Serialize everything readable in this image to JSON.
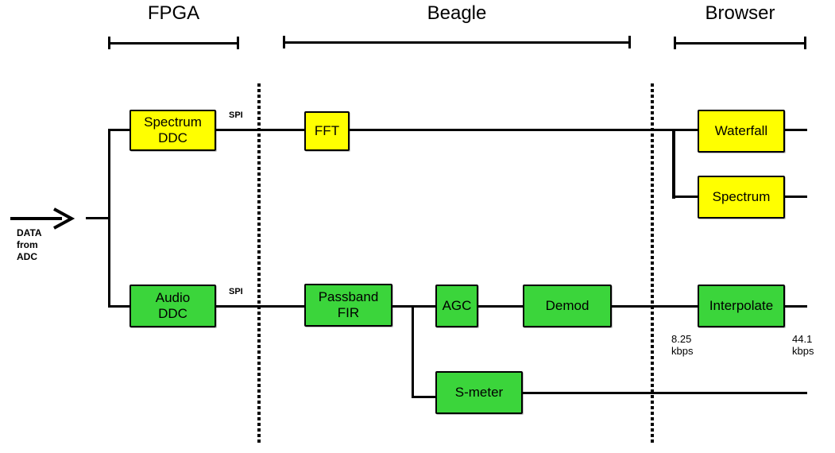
{
  "colors": {
    "yellow": "#ffff00",
    "green": "#3bd53b",
    "line": "#000000",
    "background": "#ffffff"
  },
  "sections": {
    "fpga": {
      "label": "FPGA"
    },
    "beagle": {
      "label": "Beagle"
    },
    "browser": {
      "label": "Browser"
    }
  },
  "input_arrow": {
    "label": "DATA\nfrom\nADC"
  },
  "bus_labels": {
    "spi_spectrum": "SPI",
    "spi_audio": "SPI"
  },
  "rate_labels": {
    "before_interpolate": "8.25\nkbps",
    "after_interpolate": "44.1\nkbps"
  },
  "blocks": {
    "spectrum_ddc": {
      "label": "Spectrum\nDDC",
      "color": "yellow"
    },
    "fft": {
      "label": "FFT",
      "color": "yellow"
    },
    "waterfall": {
      "label": "Waterfall",
      "color": "yellow"
    },
    "spectrum_display": {
      "label": "Spectrum",
      "color": "yellow"
    },
    "audio_ddc": {
      "label": "Audio\nDDC",
      "color": "green"
    },
    "passband_fir": {
      "label": "Passband\nFIR",
      "color": "green"
    },
    "agc": {
      "label": "AGC",
      "color": "green"
    },
    "demod": {
      "label": "Demod",
      "color": "green"
    },
    "interpolate": {
      "label": "Interpolate",
      "color": "green"
    },
    "s_meter": {
      "label": "S-meter",
      "color": "green"
    }
  }
}
